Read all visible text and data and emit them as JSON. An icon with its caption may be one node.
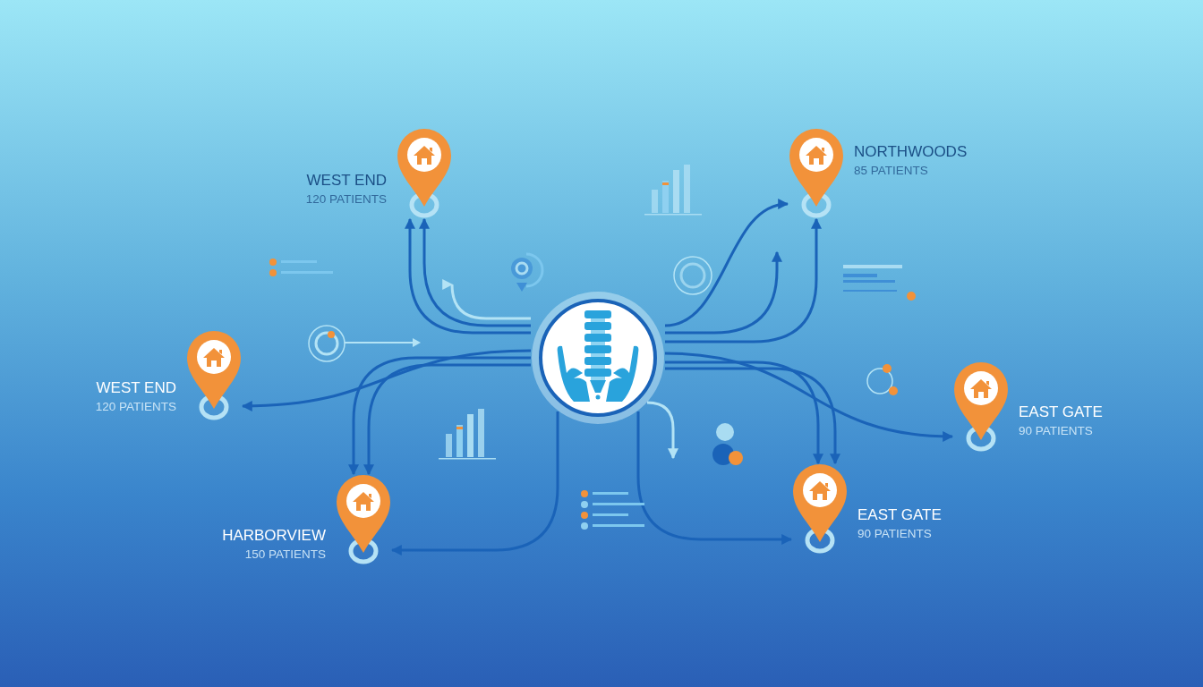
{
  "diagram": {
    "nodes": [
      {
        "text": [],
        "shape": "picture"
      },
      {
        "text": [
          "WEST END",
          "120 PATIENTS"
        ]
      },
      {
        "text": [
          "NORTHWOODS",
          "85 PATIENTS"
        ]
      },
      {
        "text": [
          "WEST END",
          "120 PATIENTS"
        ]
      },
      {
        "text": [
          "EAST GATE",
          "90 PATIENTS"
        ]
      },
      {
        "text": [
          "HARBORVIEW",
          "150 PATIENTS"
        ]
      },
      {
        "text": [
          "EAST GATE",
          "90 PATIENTS"
        ]
      }
    ],
    "edges": [
      {
        "from": 0,
        "to": 1,
        "arrow": "to"
      },
      {
        "from": 0,
        "to": 1,
        "arrow": "to"
      },
      {
        "from": 0,
        "to": 2,
        "arrow": "to"
      },
      {
        "from": 0,
        "to": 2,
        "arrow": "to"
      },
      {
        "from": 0,
        "to": null,
        "arrow": "to"
      },
      {
        "from": 0,
        "to": null,
        "arrow": "to",
        "color": "#b3e3f5"
      },
      {
        "from": 0,
        "to": 3,
        "arrow": "to"
      },
      {
        "from": 0,
        "to": 5,
        "arrow": "to"
      },
      {
        "from": 0,
        "to": 5,
        "arrow": "to"
      },
      {
        "from": 0,
        "to": 5,
        "arrow": "to"
      },
      {
        "from": 0,
        "to": 6,
        "arrow": "to"
      },
      {
        "from": 0,
        "to": 6,
        "arrow": "to"
      },
      {
        "from": 0,
        "to": 6,
        "arrow": "to"
      },
      {
        "from": 0,
        "to": 4,
        "arrow": "to"
      },
      {
        "from": 0,
        "to": null,
        "arrow": "to",
        "color": "#b3e3f5"
      }
    ]
  }
}
